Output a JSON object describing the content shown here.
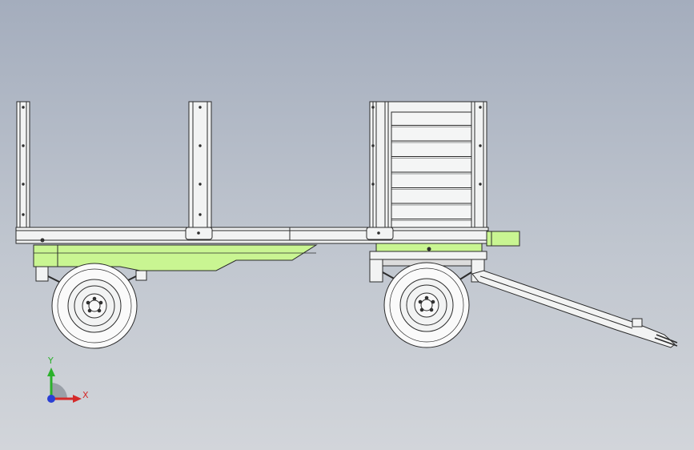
{
  "model": {
    "view": "side",
    "parts": [
      "stake",
      "front-gate",
      "deck",
      "chassis",
      "axle",
      "wheel",
      "drawbar",
      "turntable"
    ]
  },
  "triad": {
    "x_label": "X",
    "y_label": "Y",
    "colors": {
      "x": "#d42a2a",
      "y": "#2bb12b",
      "z": "#2a3fd4"
    }
  },
  "colors": {
    "chassis": "#c9f592",
    "deck": "#f2f3f3",
    "line": "#2b2b2b",
    "tire": "#fafafa"
  }
}
